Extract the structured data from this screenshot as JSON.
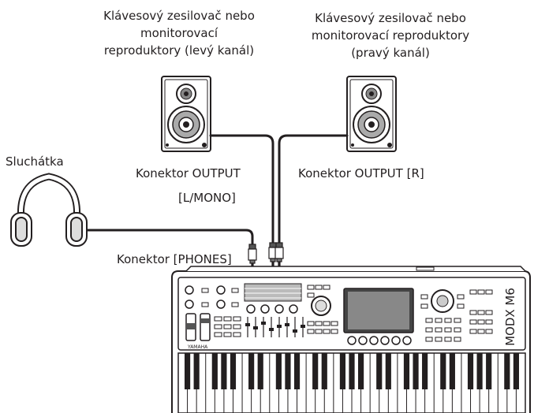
{
  "labels": {
    "left_amp": [
      "Klávesový zesilovač nebo",
      "monitorovací",
      "reproduktory (levý kanál)"
    ],
    "right_amp": [
      "Klávesový zesilovač nebo",
      "monitorovací reproduktory",
      "(pravý kanál)"
    ],
    "headphones": "Sluchátka",
    "output_l": [
      "Konektor OUTPUT",
      "[L/MONO]"
    ],
    "output_r": "Konektor OUTPUT [R]",
    "phones": "Konektor [PHONES]"
  },
  "device": {
    "brand": "YAMAHA",
    "model": "MODX M6"
  }
}
